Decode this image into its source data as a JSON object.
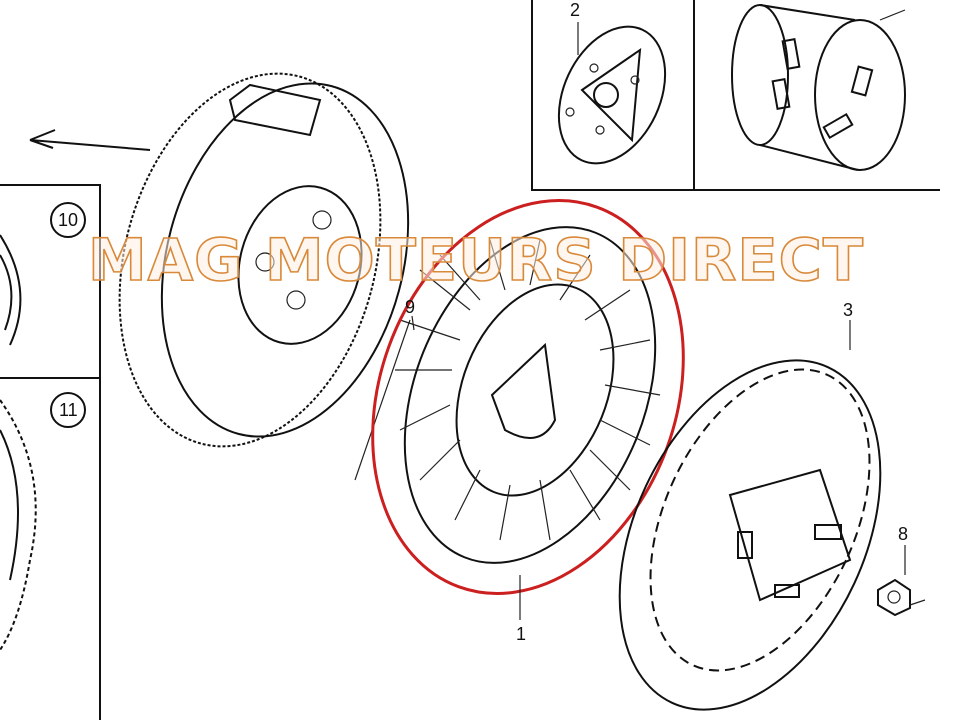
{
  "watermark": "MAG MOTEURS DIRECT",
  "part_labels": {
    "cover_plate": "2",
    "fan_nut": "9",
    "fan": "1",
    "fan_cup": "3",
    "nut": "8",
    "inset_top": "10",
    "inset_bottom": "11"
  },
  "highlight_color": "#cc1f1f",
  "watermark_color": "#d9893a"
}
